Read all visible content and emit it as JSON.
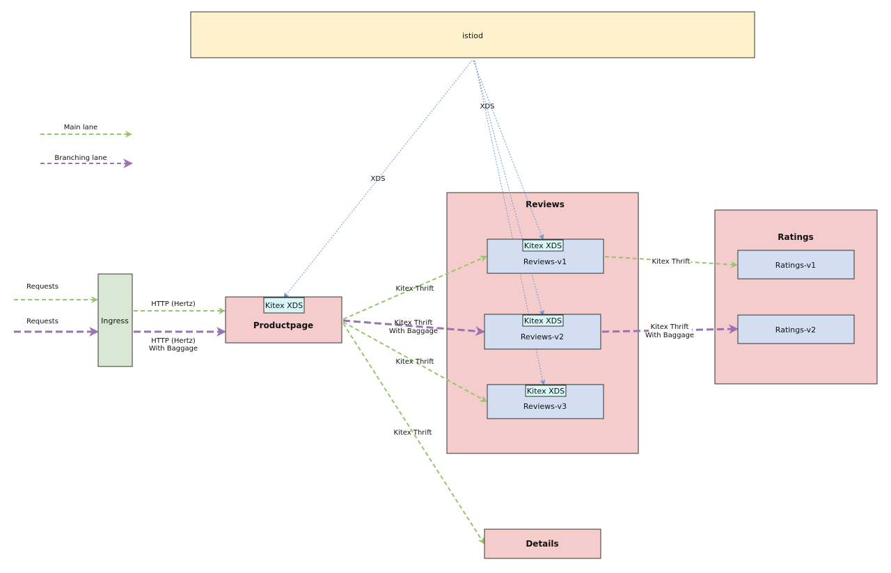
{
  "diagram": {
    "colors": {
      "main_lane": "#97c46c",
      "branch_lane": "#9a72b5",
      "xds": "#6d97d4",
      "istiod_fill": "#fdf2cc",
      "service_fill": "#f4cccc",
      "subservice_fill": "#d3def2",
      "badge_fill": "#d8f8f8",
      "ingress_fill": "#d8e8d4"
    },
    "istiod": {
      "label": "istiod"
    },
    "legend": {
      "main_lane": "Main lane",
      "branching_lane": "Branching lane"
    },
    "ingress": {
      "label": "Ingress"
    },
    "productpage": {
      "label": "Productpage",
      "badge": "Kitex XDS"
    },
    "reviews": {
      "label": "Reviews",
      "v1": {
        "label": "Reviews-v1",
        "badge": "Kitex XDS"
      },
      "v2": {
        "label": "Reviews-v2",
        "badge": "Kitex XDS"
      },
      "v3": {
        "label": "Reviews-v3",
        "badge": "Kitex XDS"
      }
    },
    "ratings": {
      "label": "Ratings",
      "v1": {
        "label": "Ratings-v1"
      },
      "v2": {
        "label": "Ratings-v2"
      }
    },
    "details": {
      "label": "Details"
    },
    "edge_labels": {
      "requests_main": "Requests",
      "requests_branch": "Requests",
      "http_hertz": "HTTP (Hertz)",
      "http_hertz_baggage_line1": "HTTP (Hertz)",
      "http_hertz_baggage_line2": "With Baggage",
      "kitex_thrift_reviews_v1": "Kitex Thrift",
      "kitex_thrift_reviews_v2_line1": "Kitex Thrift",
      "kitex_thrift_reviews_v2_line2": "With Baggage",
      "kitex_thrift_reviews_v3": "Kitex Thrift",
      "kitex_thrift_details": "Kitex Thrift",
      "kitex_thrift_ratings_v1": "Kitex Thrift",
      "kitex_thrift_ratings_v2_line1": "Kitex Thrift",
      "kitex_thrift_ratings_v2_line2": "With Baggage",
      "xds_productpage": "XDS",
      "xds_reviews": "XDS"
    }
  }
}
